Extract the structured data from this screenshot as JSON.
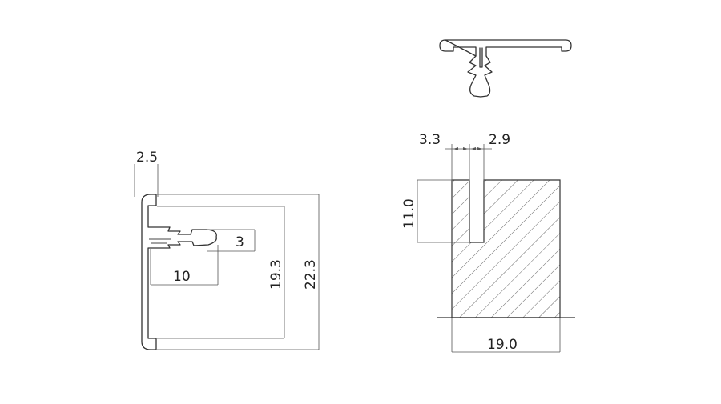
{
  "side_section": {
    "labels": {
      "lip_thickness": "2.5",
      "barb_height": "3",
      "stem_length": "10",
      "inner_height": "19.3",
      "overall_height": "22.3"
    }
  },
  "slot_detail": {
    "labels": {
      "offset": "3.3",
      "slot_width": "2.9",
      "slot_depth": "11.0",
      "board_thickness": "19.0"
    }
  },
  "colors": {
    "line": "#333333",
    "dimension": "#555555",
    "hatch": "#666666",
    "background": "#ffffff"
  }
}
